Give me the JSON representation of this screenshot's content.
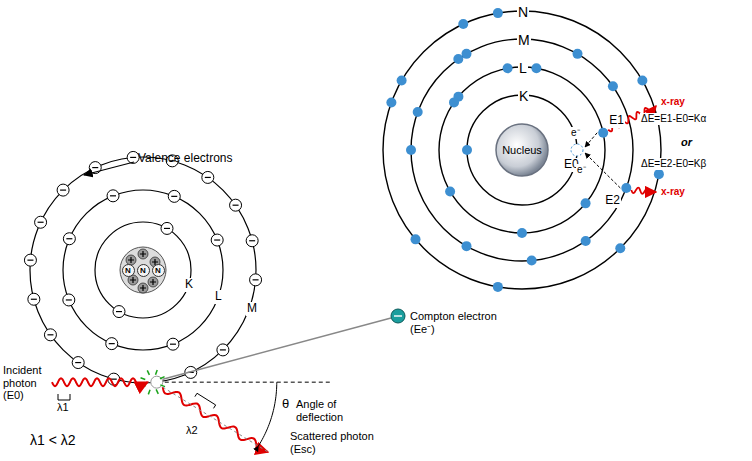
{
  "diagram": {
    "nodes": [
      {
        "text": [
          "N",
          "N",
          "N"
        ]
      },
      {
        "text": [
          "Nucleus"
        ]
      }
    ],
    "labels": [
      "Valence electrons",
      "K",
      "L",
      "M",
      "Compton electron (Ee⁻)",
      "Incident photon (E0)",
      "λ1",
      "θ",
      "Angle of deflection",
      "λ2",
      "λ1 < λ2",
      "Scattered photon (Esc)",
      "N",
      "M",
      "L",
      "K",
      "E1",
      "E0",
      "E2",
      "e⁻",
      "e⁻",
      "x-ray",
      "ΔE=E1-E0=Kα",
      "or",
      "ΔE=E2-E0=Kβ",
      "x-ray"
    ]
  }
}
